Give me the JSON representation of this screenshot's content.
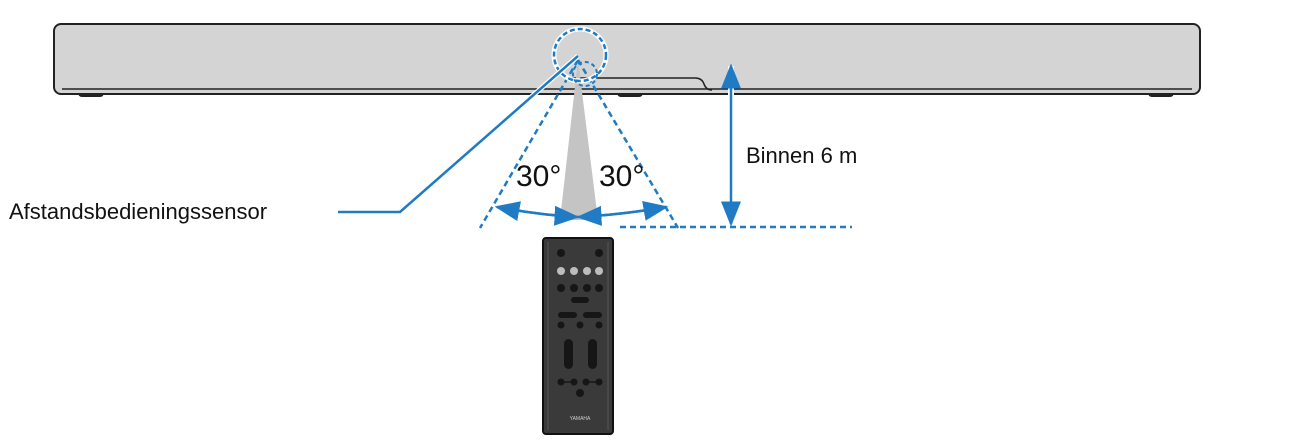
{
  "labels": {
    "sensor": "Afstandsbedieningssensor",
    "distance": "Binnen 6 m",
    "angle_left": "30°",
    "angle_right": "30°",
    "remote_brand": "YAMAHA"
  },
  "colors": {
    "accent": "#1f7bc4",
    "bar": "#d4d4d4",
    "cone": "#c4c4c4",
    "remote": "#3a3a3a"
  }
}
